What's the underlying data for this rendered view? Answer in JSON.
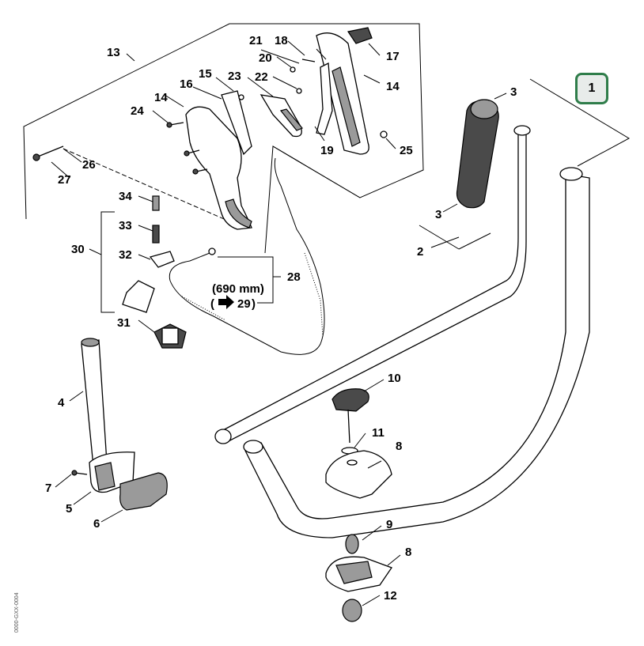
{
  "diagram": {
    "assembly_badge": "1",
    "dimension_note": "(690 mm)",
    "doc_code": "0000-GXX-0004",
    "labels": {
      "p1": "1",
      "p2": "2",
      "p3a": "3",
      "p3b": "3",
      "p4": "4",
      "p5": "5",
      "p6": "6",
      "p7": "7",
      "p8a": "8",
      "p8b": "8",
      "p9": "9",
      "p10": "10",
      "p11": "11",
      "p12": "12",
      "p13": "13",
      "p14a": "14",
      "p14b": "14",
      "p15": "15",
      "p16": "16",
      "p17": "17",
      "p18": "18",
      "p19": "19",
      "p20": "20",
      "p21": "21",
      "p22": "22",
      "p23": "23",
      "p24": "24",
      "p25": "25",
      "p26": "26",
      "p27": "27",
      "p28": "28",
      "p29": "29",
      "p30": "30",
      "p31": "31",
      "p32": "32",
      "p33": "33",
      "p34": "34"
    }
  }
}
